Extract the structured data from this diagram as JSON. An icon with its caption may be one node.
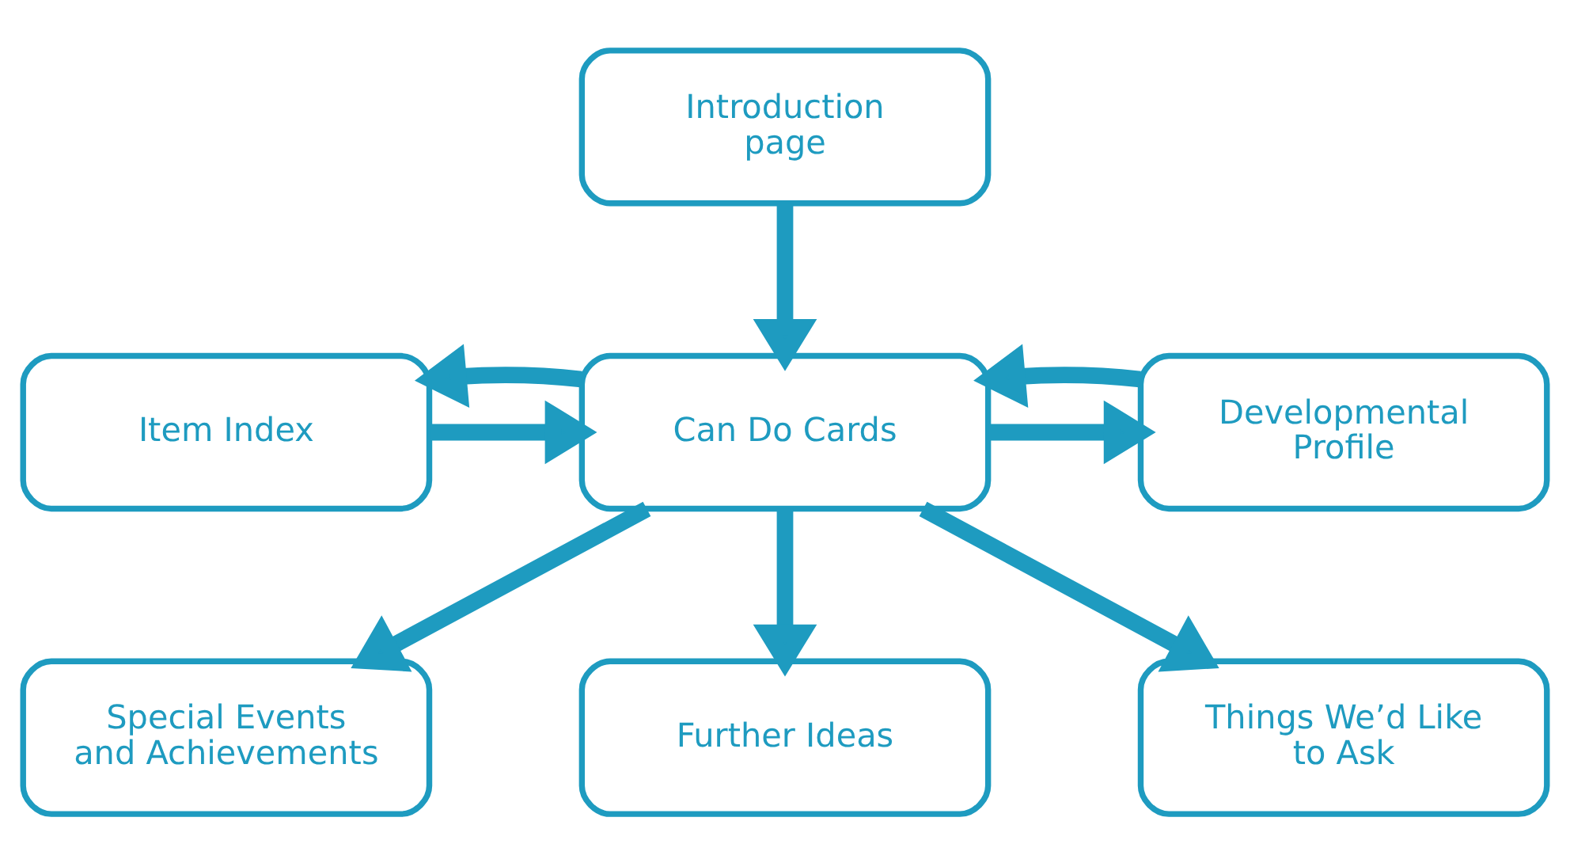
{
  "diagram": {
    "nodes": [
      {
        "text": [
          "Introduction page"
        ]
      },
      {
        "text": [
          "Item Index"
        ]
      },
      {
        "text": [
          "Can Do Cards"
        ]
      },
      {
        "text": [
          "Developmental Profile"
        ]
      },
      {
        "text": [
          "Special Events and Achievements"
        ]
      },
      {
        "text": [
          "Further Ideas"
        ]
      },
      {
        "text": [
          "Things We’d Like to Ask"
        ]
      }
    ],
    "edges": [
      {
        "from": 0,
        "to": 2,
        "arrow": "to"
      },
      {
        "from": 1,
        "to": 2,
        "arrow": "to"
      },
      {
        "from": 2,
        "to": 1,
        "arrow": "to"
      },
      {
        "from": 2,
        "to": 3,
        "arrow": "to"
      },
      {
        "from": 3,
        "to": 2,
        "arrow": "to"
      },
      {
        "from": 2,
        "to": 4,
        "arrow": "to"
      },
      {
        "from": 2,
        "to": 5,
        "arrow": "to"
      },
      {
        "from": 2,
        "to": 6,
        "arrow": "to"
      }
    ]
  }
}
